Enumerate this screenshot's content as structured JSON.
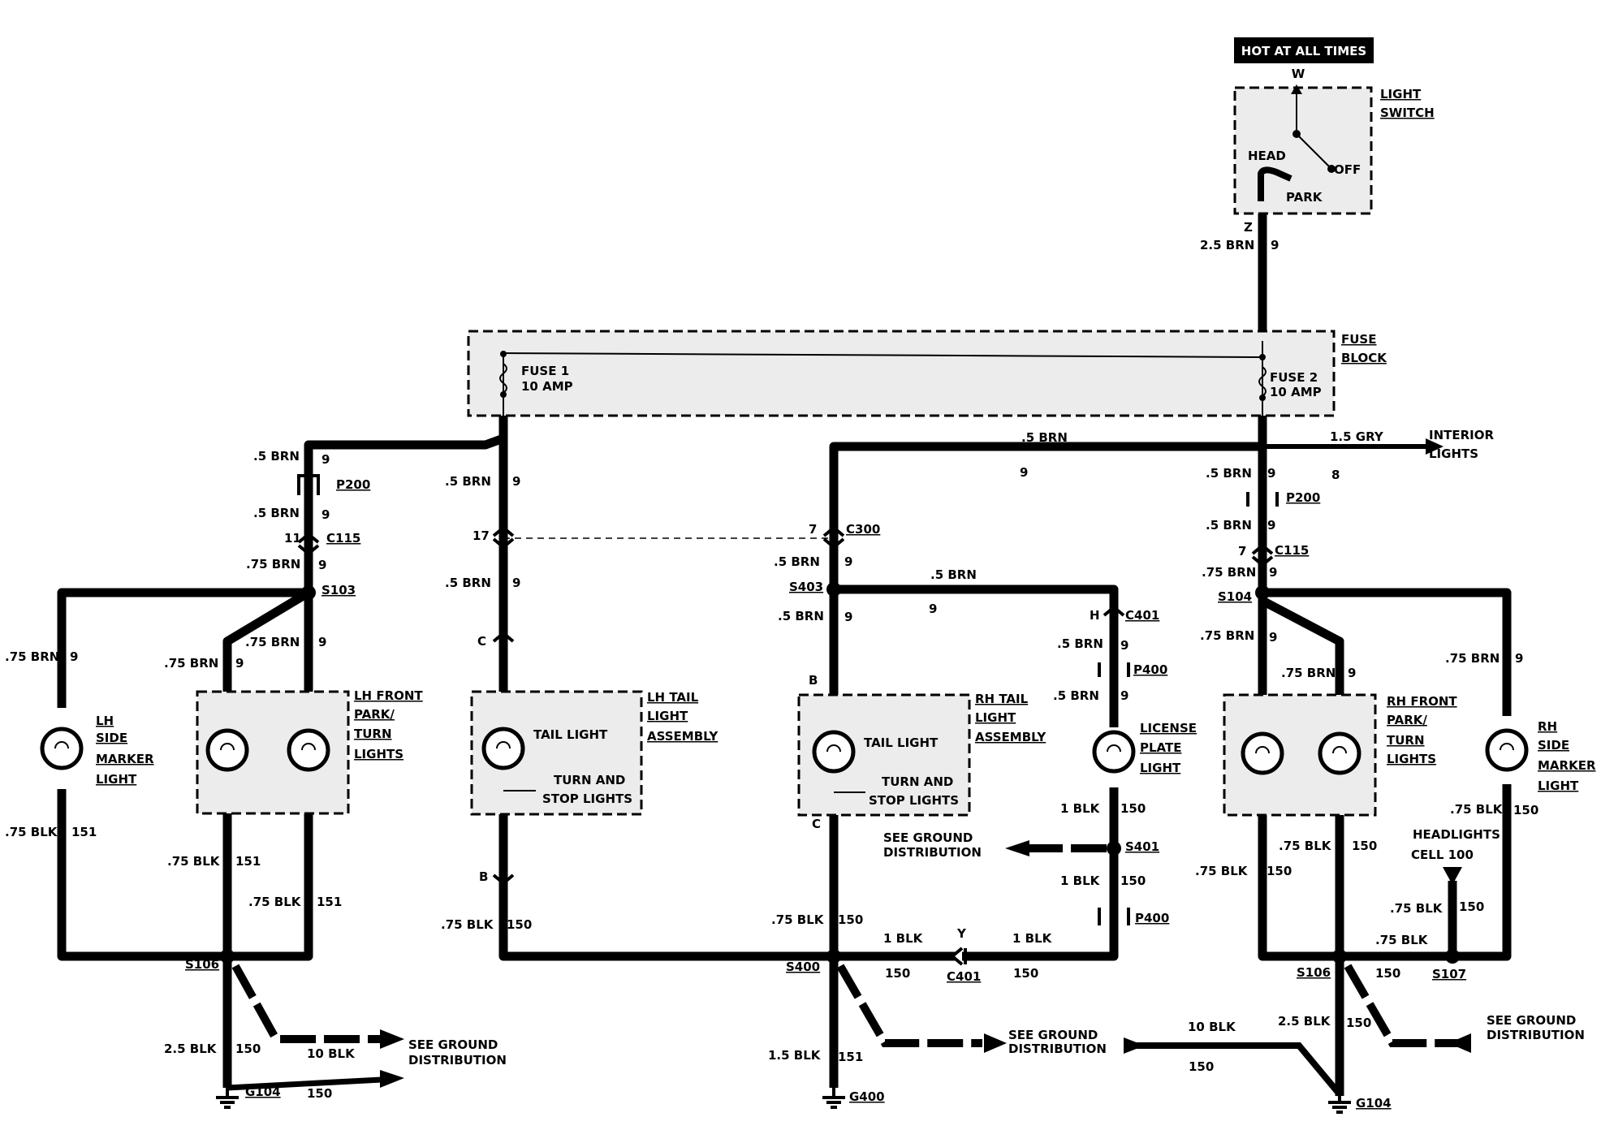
{
  "power": {
    "hot": "HOT AT ALL TIMES"
  },
  "light_switch": {
    "label_line1": "LIGHT",
    "label_line2": "SWITCH",
    "w": "W",
    "head": "HEAD",
    "off": "OFF",
    "park": "PARK",
    "z": "Z",
    "wire_size": "2.5 BRN",
    "circuit": "9"
  },
  "fuse_block": {
    "label_line1": "FUSE",
    "label_line2": "BLOCK",
    "fuse1_line1": "FUSE 1",
    "fuse1_line2": "10 AMP",
    "fuse2_line1": "FUSE 2",
    "fuse2_line2": "10 AMP"
  },
  "interior": {
    "wire": "1.5 GRY",
    "circuit": "8",
    "label_line1": "INTERIOR",
    "label_line2": "LIGHTS"
  },
  "top_bus": {
    "wire": ".5 BRN",
    "circuit": "9"
  },
  "lh_front_feed": {
    "w1": ".5 BRN",
    "c1": "9",
    "p200": "P200",
    "w2": ".5 BRN",
    "c2": "9",
    "pin": "11",
    "c115": "C115",
    "w3": ".75 BRN",
    "c3": "9",
    "splice": "S103"
  },
  "lh_side_marker": {
    "wire_top": ".75 BRN",
    "c_top": "9",
    "name_line1": "LH",
    "name_line2": "SIDE",
    "name_line3": "MARKER",
    "name_line4": "LIGHT",
    "wire_bot": ".75 BLK",
    "c_bot": "151"
  },
  "lh_front_park": {
    "w_left": ".75 BRN",
    "c_left": "9",
    "w_right": ".75 BRN",
    "c_right": "9",
    "name_line1": "LH FRONT",
    "name_line2": "PARK/",
    "name_line3": "TURN",
    "name_line4": "LIGHTS",
    "b_left": ".75 BLK",
    "b_left_c": "151",
    "b_right": ".75 BLK",
    "b_right_c": "151"
  },
  "lh_ground": {
    "splice": "S106",
    "wire": "2.5 BLK",
    "circuit": "150",
    "gwire": "10 BLK",
    "gcircuit": "150",
    "see_line1": "SEE GROUND",
    "see_line2": "DISTRIBUTION",
    "ground": "G104"
  },
  "lh_tail": {
    "w1": ".5 BRN",
    "c1": "9",
    "pin17": "17",
    "w2": ".5 BRN",
    "c2": "9",
    "pin_c": "C",
    "lamp": "TAIL LIGHT",
    "turn_line1": "TURN AND",
    "turn_line2": "STOP LIGHTS",
    "name_line1": "LH TAIL",
    "name_line2": "LIGHT",
    "name_line3": "ASSEMBLY",
    "pin_b": "B",
    "wb": ".75 BLK",
    "cb": "150"
  },
  "rh_tail": {
    "pin7": "7",
    "c300": "C300",
    "w1": ".5 BRN",
    "c1": "9",
    "splice": "S403",
    "w2": ".5 BRN",
    "c2": "9",
    "pin_b": "B",
    "lamp": "TAIL LIGHT",
    "turn_line1": "TURN AND",
    "turn_line2": "STOP LIGHTS",
    "name_line1": "RH TAIL",
    "name_line2": "LIGHT",
    "name_line3": "ASSEMBLY",
    "pin_c": "C",
    "wb": ".75 BLK",
    "cb": "150"
  },
  "license": {
    "w1": ".5 BRN",
    "c1": "9",
    "pin_h": "H",
    "c401": "C401",
    "w2": ".5 BRN",
    "c2": "9",
    "p400": "P400",
    "w3": ".5 BRN",
    "c3": "9",
    "name_line1": "LICENSE",
    "name_line2": "PLATE",
    "name_line3": "LIGHT",
    "wb1": "1 BLK",
    "cb1": "150",
    "see_line1": "SEE GROUND",
    "see_line2": "DISTRIBUTION",
    "s401": "S401",
    "wb2": "1 BLK",
    "cb2": "150",
    "p400b": "P400",
    "wb3": "1 BLK",
    "cb3": "150",
    "pin_y": "Y",
    "c401b": "C401",
    "wb4": "1 BLK",
    "cb4": "150"
  },
  "center_ground": {
    "splice": "S400",
    "wire": "1.5 BLK",
    "circuit": "151",
    "see_line1": "SEE GROUND",
    "see_line2": "DISTRIBUTION",
    "ground": "G400"
  },
  "rh_front_feed": {
    "w1": ".5 BRN",
    "c1": "9",
    "p200": "P200",
    "w2": ".5 BRN",
    "c2": "9",
    "pin": "7",
    "c115": "C115",
    "w3": ".75 BRN",
    "c3": "9",
    "splice": "S104"
  },
  "rh_front_park": {
    "w_left": ".75 BRN",
    "c_left": "9",
    "w_right": ".75 BRN",
    "c_right": "9",
    "name_line1": "RH FRONT",
    "name_line2": "PARK/",
    "name_line3": "TURN",
    "name_line4": "LIGHTS",
    "b_left": ".75 BLK",
    "b_left_c": "150",
    "b_right": ".75 BLK",
    "b_right_c": "150"
  },
  "rh_side_marker": {
    "wire_top": ".75 BRN",
    "c_top": "9",
    "name_line1": "RH",
    "name_line2": "SIDE",
    "name_line3": "MARKER",
    "name_line4": "LIGHT",
    "wire_bot": ".75 BLK",
    "c_bot": "150"
  },
  "headlights": {
    "line1": "HEADLIGHTS",
    "line2": "CELL 100",
    "wire": ".75 BLK",
    "circuit": "150",
    "w2": ".75 BLK",
    "c2": "150",
    "s107": "S107"
  },
  "rh_ground": {
    "splice": "S106",
    "wire": "2.5 BLK",
    "circuit": "150",
    "gwire": "10 BLK",
    "gcircuit": "150",
    "see_line1": "SEE GROUND",
    "see_line2": "DISTRIBUTION",
    "ground": "G104"
  }
}
